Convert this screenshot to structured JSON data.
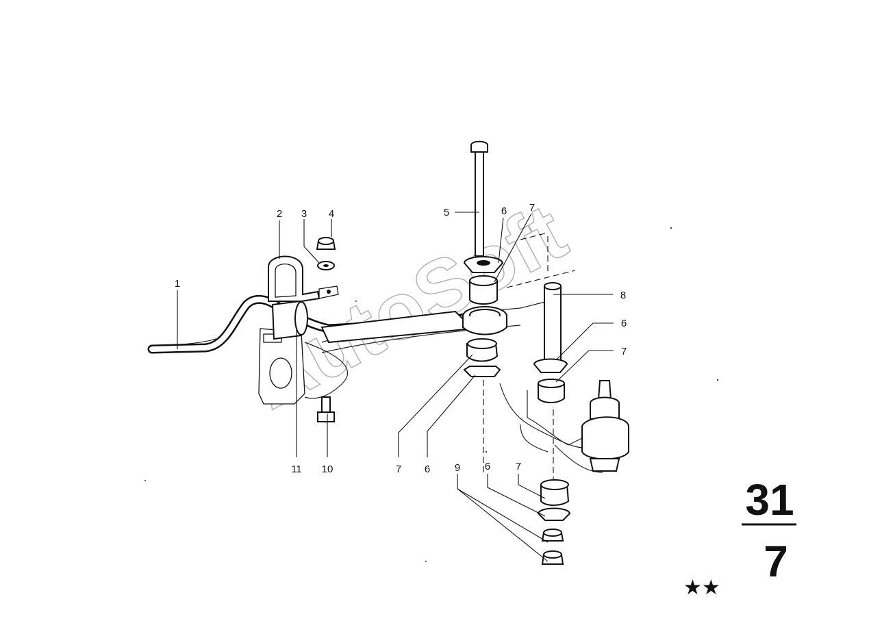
{
  "watermark": "AutoSoft",
  "group": {
    "main": "31",
    "sub": "7",
    "marks": "★★"
  },
  "labels": {
    "p1": "1",
    "p2": "2",
    "p3": "3",
    "p4": "4",
    "p5": "5",
    "p6a": "6",
    "p7a": "7",
    "p8": "8",
    "p6b": "6",
    "p7b": "7",
    "p11": "11",
    "p10": "10",
    "p7c": "7",
    "p6c": "6",
    "p9": "9",
    "p6d": "6",
    "p7d": "7"
  }
}
